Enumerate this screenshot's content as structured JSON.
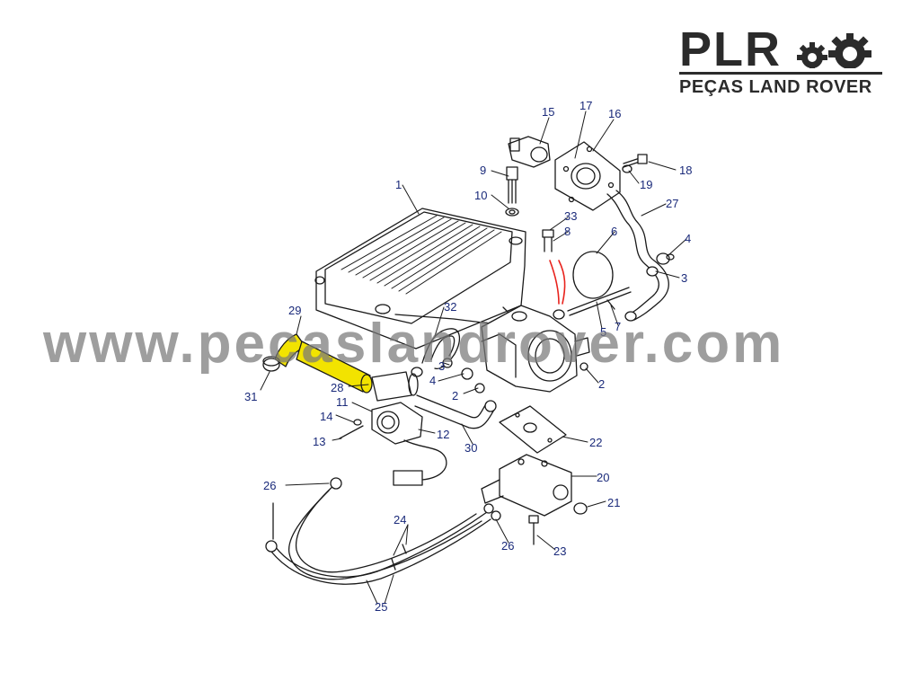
{
  "logo": {
    "brand": "PLR",
    "subtitle": "PEÇAS LAND ROVER",
    "icon": "gears-icon"
  },
  "watermark": "www.pecaslandrover.com",
  "colors": {
    "line": "#1a1a1a",
    "callout_text": "#1a2a7a",
    "highlight_hose": "#f2e300",
    "highlight_line": "#e8221c",
    "watermark": "#808080"
  },
  "callouts": [
    {
      "id": "c1",
      "label": "1"
    },
    {
      "id": "c2a",
      "label": "2"
    },
    {
      "id": "c2b",
      "label": "2"
    },
    {
      "id": "c3a",
      "label": "3"
    },
    {
      "id": "c3b",
      "label": "3"
    },
    {
      "id": "c4a",
      "label": "4"
    },
    {
      "id": "c4b",
      "label": "4"
    },
    {
      "id": "c5",
      "label": "5"
    },
    {
      "id": "c6",
      "label": "6"
    },
    {
      "id": "c7",
      "label": "7"
    },
    {
      "id": "c8",
      "label": "8"
    },
    {
      "id": "c9",
      "label": "9"
    },
    {
      "id": "c10",
      "label": "10"
    },
    {
      "id": "c11",
      "label": "11"
    },
    {
      "id": "c12",
      "label": "12"
    },
    {
      "id": "c13",
      "label": "13"
    },
    {
      "id": "c14",
      "label": "14"
    },
    {
      "id": "c15",
      "label": "15"
    },
    {
      "id": "c16",
      "label": "16"
    },
    {
      "id": "c17",
      "label": "17"
    },
    {
      "id": "c18",
      "label": "18"
    },
    {
      "id": "c19",
      "label": "19"
    },
    {
      "id": "c20",
      "label": "20"
    },
    {
      "id": "c21",
      "label": "21"
    },
    {
      "id": "c22",
      "label": "22"
    },
    {
      "id": "c23",
      "label": "23"
    },
    {
      "id": "c24",
      "label": "24"
    },
    {
      "id": "c25",
      "label": "25"
    },
    {
      "id": "c26a",
      "label": "26"
    },
    {
      "id": "c26b",
      "label": "26"
    },
    {
      "id": "c27",
      "label": "27"
    },
    {
      "id": "c28",
      "label": "28"
    },
    {
      "id": "c29",
      "label": "29"
    },
    {
      "id": "c30",
      "label": "30"
    },
    {
      "id": "c31",
      "label": "31"
    },
    {
      "id": "c32",
      "label": "32"
    },
    {
      "id": "c33",
      "label": "33"
    }
  ]
}
